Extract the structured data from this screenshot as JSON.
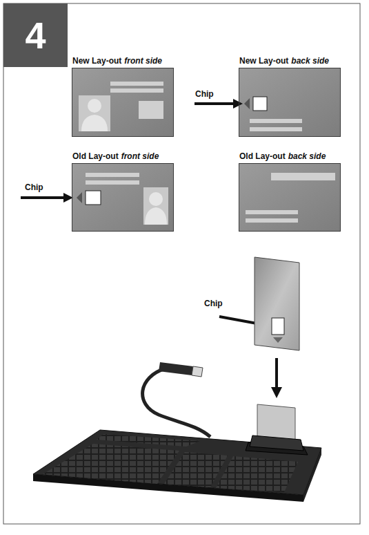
{
  "diagram": {
    "nodes": [
      {
        "text": [
          "New Lay-out",
          "front side"
        ]
      },
      {
        "text": [
          "New Lay-out",
          "back side"
        ]
      },
      {
        "text": [
          "Old Lay-out",
          "front side"
        ]
      },
      {
        "text": [
          "Old Lay-out",
          "back side"
        ]
      }
    ],
    "labels": [
      "4",
      "Chip",
      "Chip",
      "Chip"
    ]
  }
}
